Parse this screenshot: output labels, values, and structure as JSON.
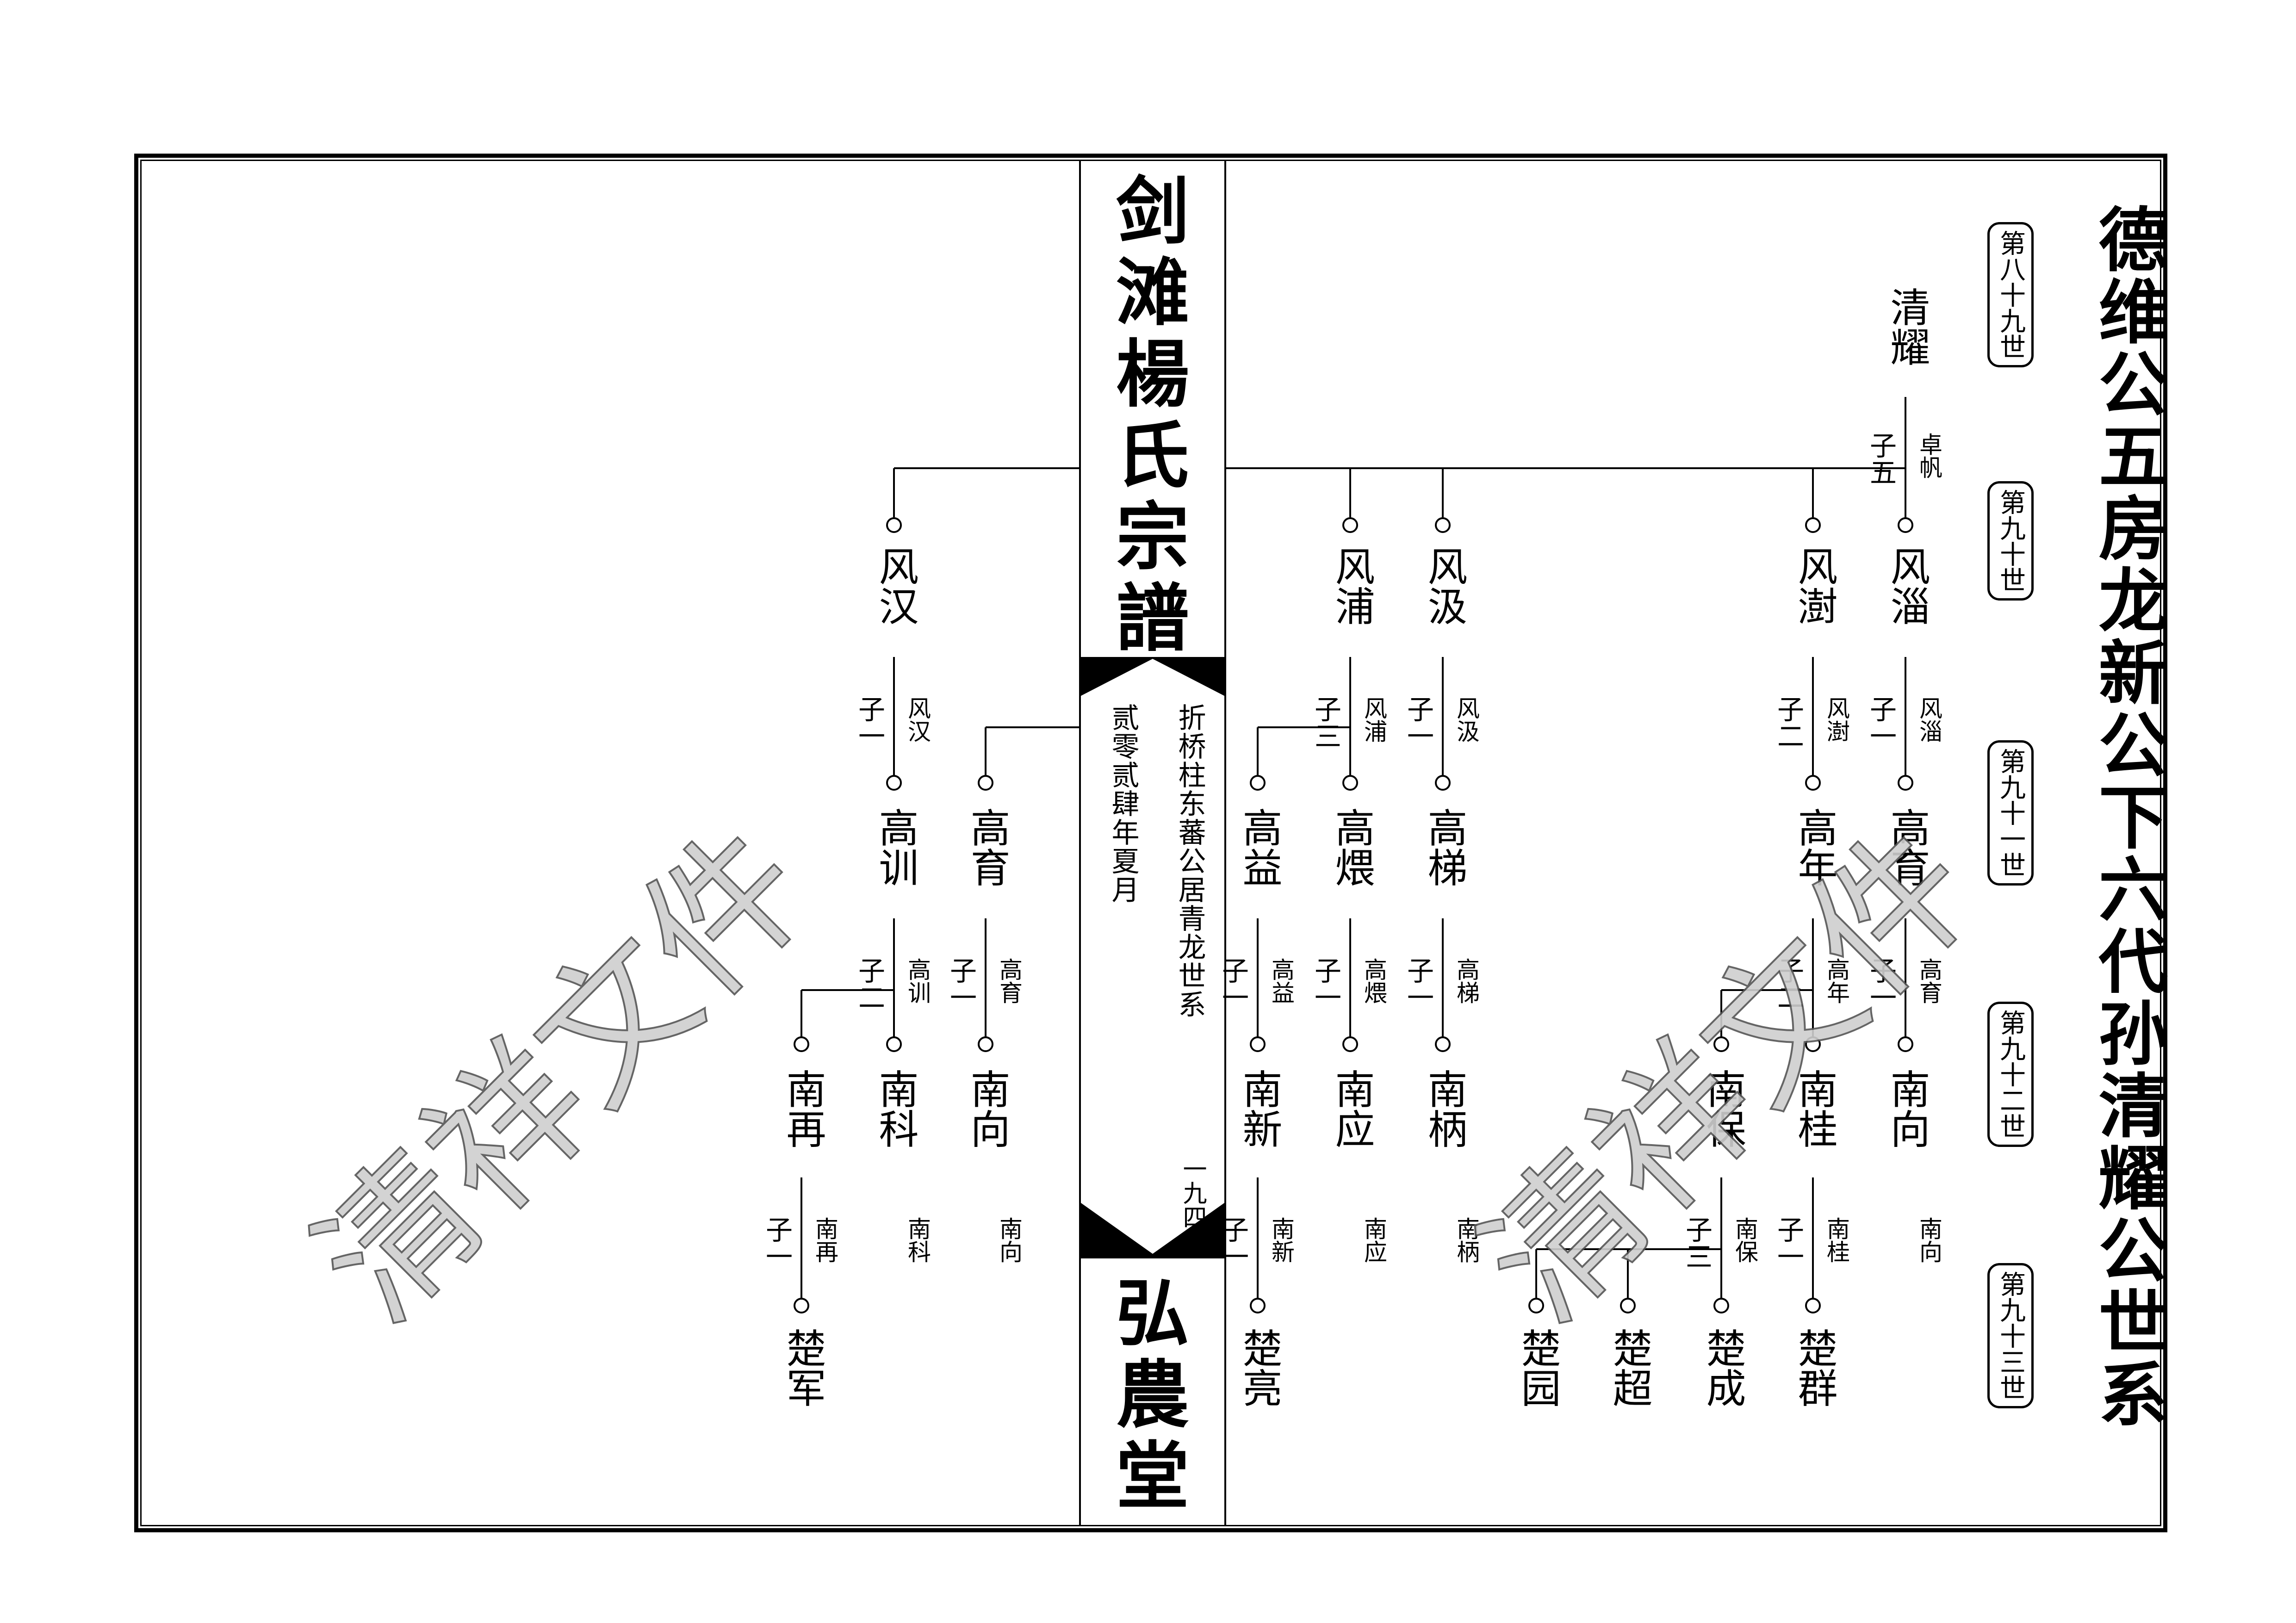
{
  "spine": {
    "title": [
      "剑",
      "滩",
      "楊",
      "氏",
      "宗",
      "譜"
    ],
    "lineage": "折桥柱东蕃公居青龙世系",
    "date": "贰零贰肆年夏月",
    "page_number": "一九四",
    "hall": [
      "弘",
      "農",
      "堂"
    ]
  },
  "page_title": "德维公五房龙新公下六代孙清耀公世系",
  "generations": [
    "第八十九世",
    "第九十世",
    "第九十一世",
    "第九十二世",
    "第九十三世"
  ],
  "watermark": "清祥文件",
  "tree": {
    "root": {
      "name": "清耀",
      "count": "子五",
      "parent_label": "卓帆"
    },
    "gen90": [
      {
        "id": "fz",
        "name": "风淄",
        "count": "子一",
        "label": "风淄"
      },
      {
        "id": "fs",
        "name": "风澍",
        "count": "子二",
        "label": "风澍"
      },
      {
        "id": "fj",
        "name": "风汲",
        "count": "子一",
        "label": "风汲"
      },
      {
        "id": "fp",
        "name": "风浦",
        "count": "子三",
        "label": "风浦"
      },
      {
        "id": "fh",
        "name": "风汉",
        "count": "子一",
        "label": "风汉"
      }
    ],
    "gen91": [
      {
        "name": "高育",
        "count": "子一",
        "label": "高育"
      },
      {
        "name": "高年",
        "count": "子二",
        "label": "高年"
      },
      {
        "name": "高梯",
        "count": "子一",
        "label": "高梯"
      },
      {
        "name": "高煨",
        "count": "子一",
        "label": "高煨"
      },
      {
        "name": "高益",
        "count": "子一",
        "label": "高益"
      },
      {
        "name": "高育",
        "count": "子一",
        "label": "高育"
      },
      {
        "name": "高训",
        "count": "子二",
        "label": "高训"
      }
    ],
    "gen92": [
      {
        "name": "南向",
        "label": "南向"
      },
      {
        "name": "南桂",
        "count": "子一",
        "label": "南桂"
      },
      {
        "name": "南保",
        "count": "子三",
        "label": "南保"
      },
      {
        "name": "南柄",
        "label": "南柄"
      },
      {
        "name": "南应",
        "label": "南应"
      },
      {
        "name": "南新",
        "count": "子一",
        "label": "南新"
      },
      {
        "name": "南向",
        "label": "南向"
      },
      {
        "name": "南科",
        "label": "南科"
      },
      {
        "name": "南再",
        "count": "子一",
        "label": "南再"
      }
    ],
    "gen93": [
      "楚群",
      "楚成",
      "楚超",
      "楚园",
      "楚亮",
      "楚军"
    ]
  }
}
